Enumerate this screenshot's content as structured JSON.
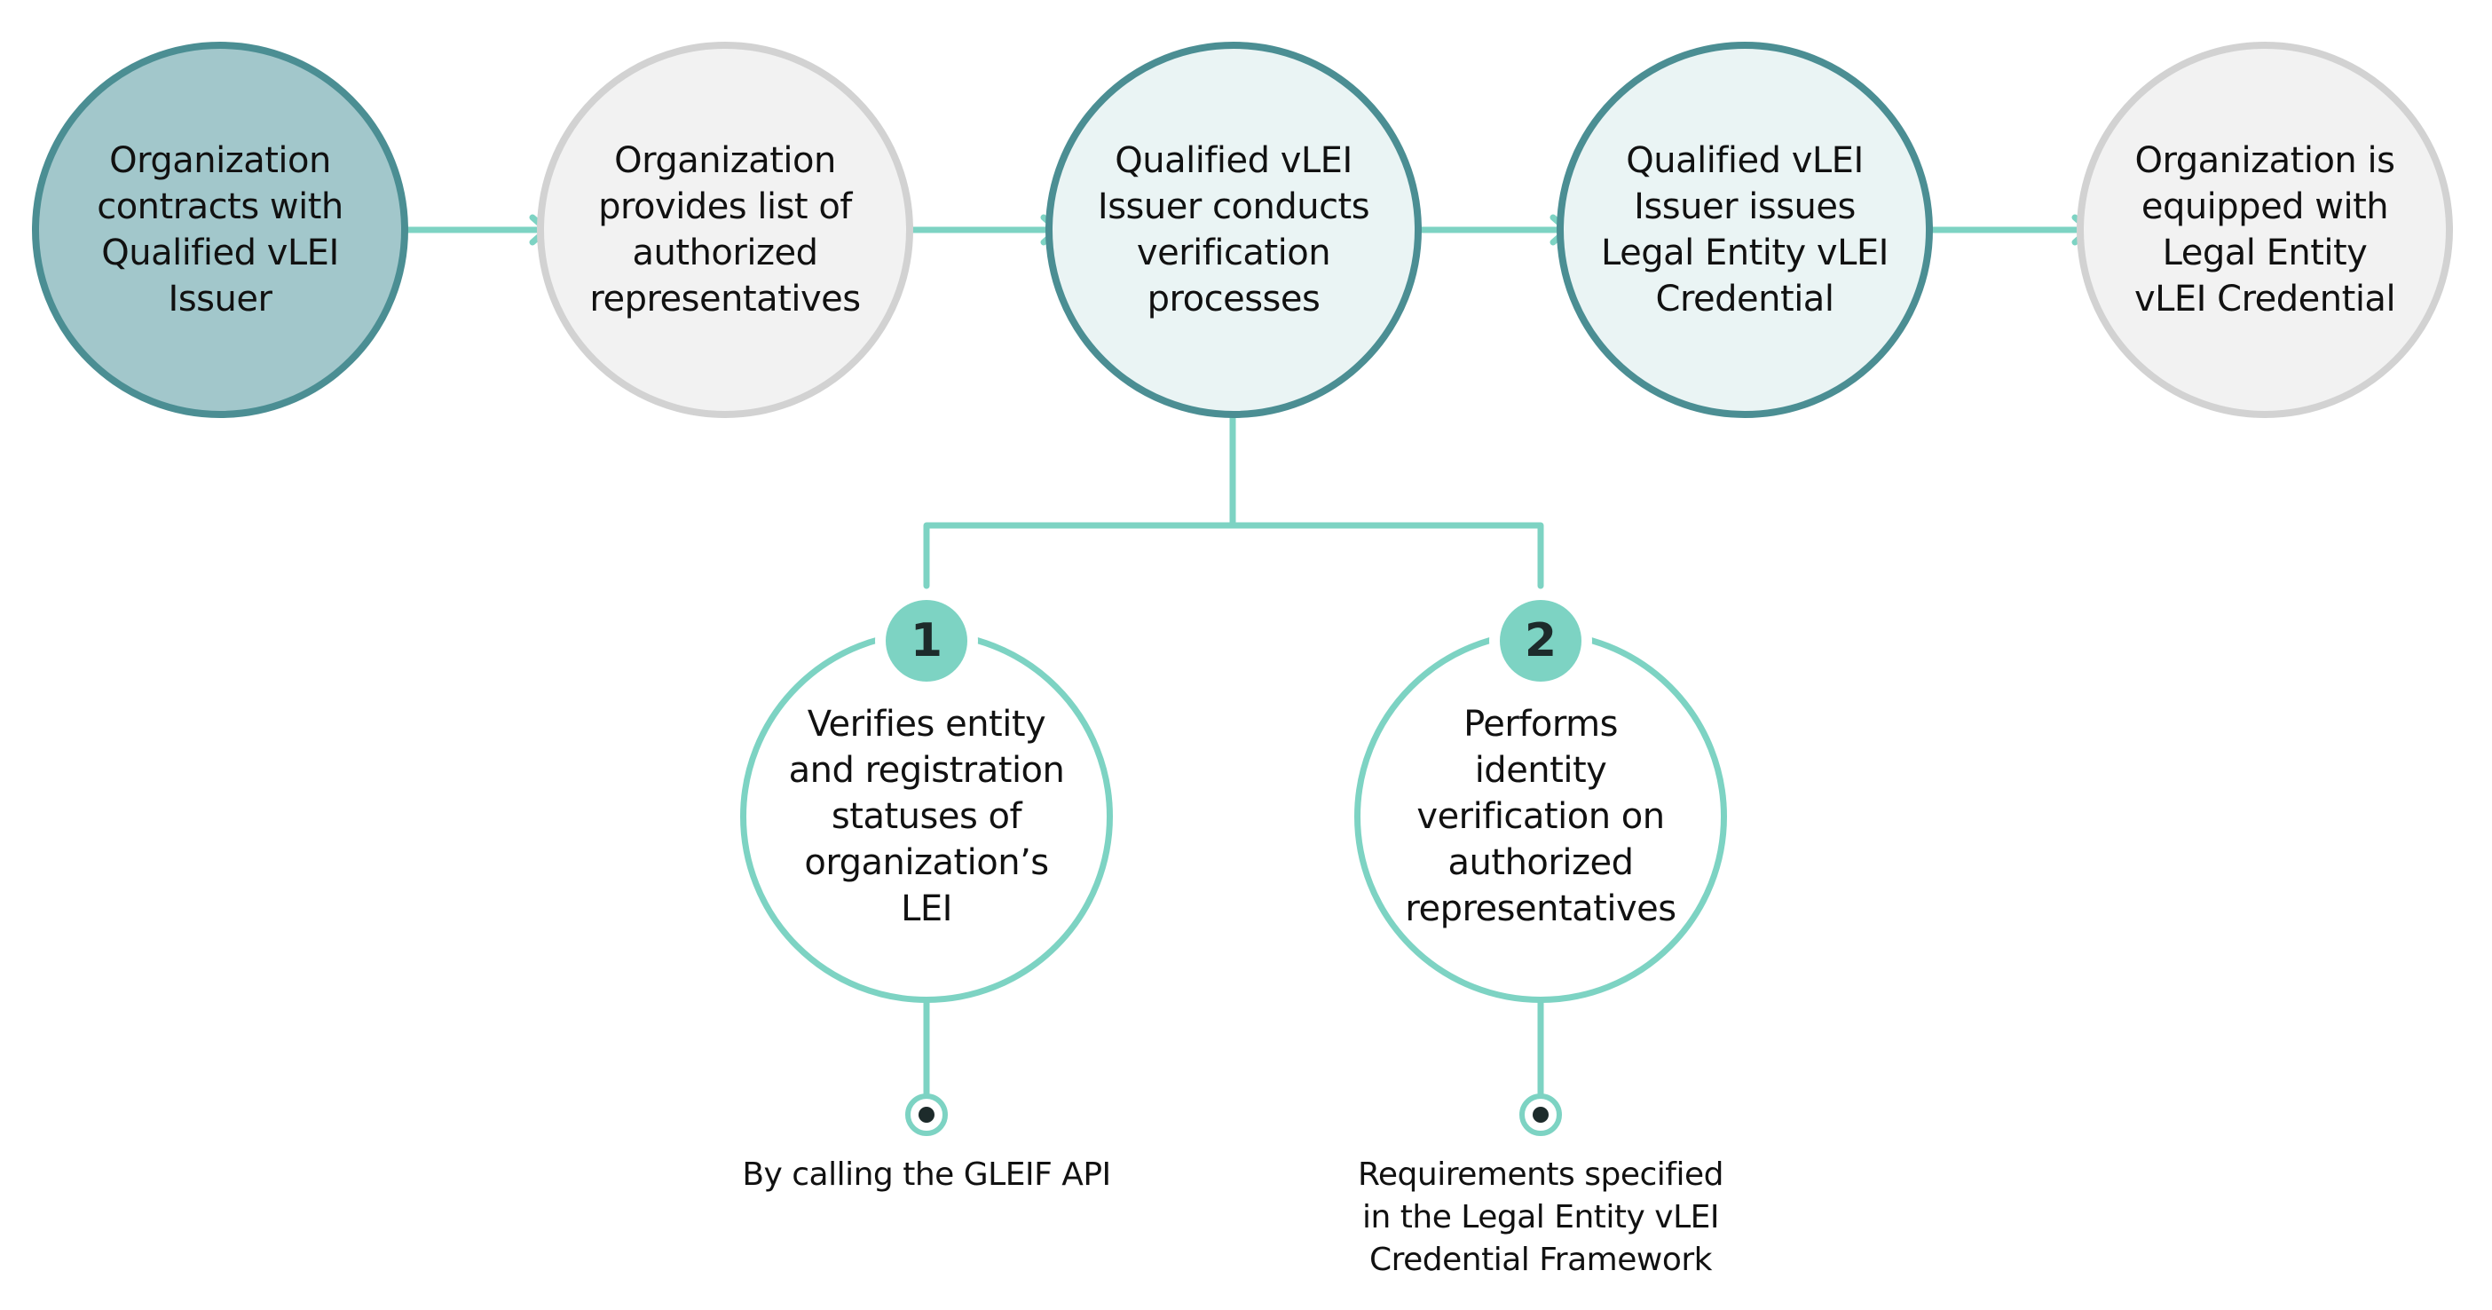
{
  "steps": [
    {
      "text": "Organization\ncontracts with\nQualified vLEI\nIssuer"
    },
    {
      "text": "Organization\nprovides list of\nauthorized\nrepresentatives"
    },
    {
      "text": "Qualified vLEI\nIssuer conducts\nverification\nprocesses"
    },
    {
      "text": "Qualified vLEI\nIssuer issues\nLegal Entity vLEI\nCredential"
    },
    {
      "text": "Organization is\nequipped with\nLegal Entity\nvLEI Credential"
    }
  ],
  "substeps": [
    {
      "number": "1",
      "text": "Verifies entity\nand registration\nstatuses of\norganization’s\nLEI",
      "note": "By calling the GLEIF API"
    },
    {
      "number": "2",
      "text": "Performs\nidentity\nverification on\nauthorized\nrepresentatives",
      "note": "Requirements specified\nin the Legal Entity vLEI\nCredential Framework"
    }
  ],
  "colors": {
    "teal_dark": "#4b8e93",
    "teal_fill": "#a2c7cb",
    "teal_light_fill": "#eaf4f4",
    "grey_border": "#d2d2d2",
    "grey_fill": "#f2f2f2",
    "mint": "#7dd3c3"
  }
}
